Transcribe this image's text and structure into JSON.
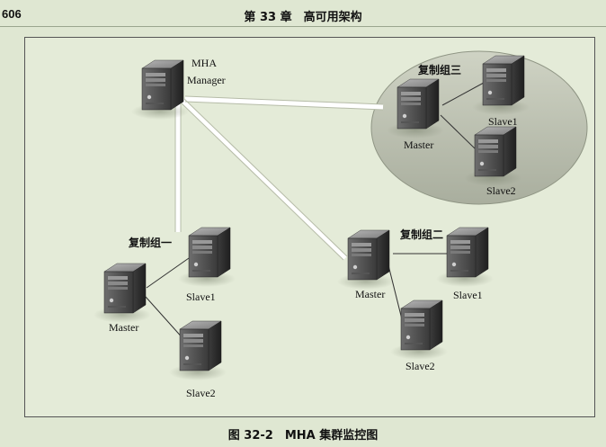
{
  "header": {
    "page_number": "606",
    "chapter": "第 33 章　高可用架构"
  },
  "figure": {
    "caption": "图 32-2　MHA 集群监控图",
    "manager": {
      "line1": "MHA",
      "line2": "Manager"
    },
    "groups": [
      {
        "title": "复制组一",
        "master": "Master",
        "slave1": "Slave1",
        "slave2": "Slave2"
      },
      {
        "title": "复制组二",
        "master": "Master",
        "slave1": "Slave1",
        "slave2": "Slave2"
      },
      {
        "title": "复制组三",
        "master": "Master",
        "slave1": "Slave1",
        "slave2": "Slave2"
      }
    ]
  }
}
